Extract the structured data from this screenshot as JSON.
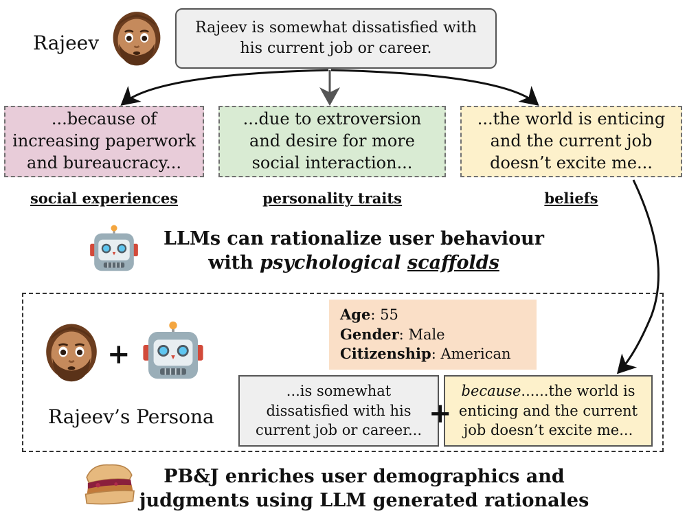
{
  "speaker": {
    "name": "Rajeev",
    "statement": "Rajeev is somewhat dissatisfied with his current job or career."
  },
  "reasons": [
    {
      "text": "...because of increasing paperwork and bureaucracy...",
      "category": "social experiences",
      "color": "#e8ccd9"
    },
    {
      "text": "...due to extroversion and desire for more social interaction...",
      "category": "personality traits",
      "color": "#d9ebd3"
    },
    {
      "text": "...the world is enticing and the current job doesn’t excite me...",
      "category": "beliefs",
      "color": "#fdf1cb"
    }
  ],
  "headline_llm": {
    "line1": "LLMs can rationalize user behaviour",
    "line2_prefix": "with ",
    "line2_italic": "psychological",
    "line2_space": " ",
    "line2_italic_underline": "scaffolds"
  },
  "persona": {
    "label": "Rajeev’s Persona",
    "plus": "+",
    "demographics": [
      {
        "key": "Age",
        "sep": ": ",
        "value": "55"
      },
      {
        "key": "Gender",
        "sep": ": ",
        "value": "Male"
      },
      {
        "key": "Citizenship",
        "sep": ": ",
        "value": "American"
      }
    ],
    "statement": "...is somewhat dissatisfied with his current job or career...",
    "rationale_prefix": "because",
    "rationale_rest": "......the world is enticing and the current job doesn’t excite me...",
    "demographics_color": "#fadfc7"
  },
  "headline_pbj": {
    "line1": "PB&J enriches user demographics and",
    "line2": "judgments using LLM generated rationales"
  },
  "icons": {
    "person": "bearded-man-emoji-icon",
    "robot": "robot-emoji-icon",
    "sandwich": "sandwich-emoji-icon"
  }
}
